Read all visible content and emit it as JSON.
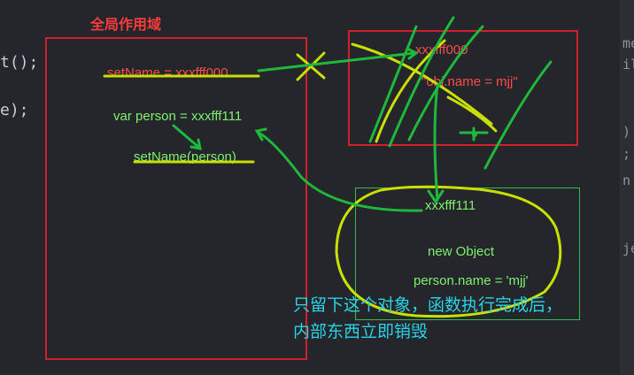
{
  "code_fragments": {
    "line1": "t();",
    "line2": "e);"
  },
  "right_fragments": [
    "me",
    "il",
    ")",
    ";",
    "n",
    "je"
  ],
  "global_scope": {
    "title": "全局作用域",
    "set_name_ref": "setName = xxxfff000",
    "var_person": "var person = xxxfff111",
    "call": "setName(person)"
  },
  "function_box": {
    "address": "xxxfff000",
    "statement": "\"obj.name = mjj\""
  },
  "object_box": {
    "address": "xxxfff111",
    "new_object": "new Object",
    "assignment": "person.name = 'mjj'"
  },
  "note": {
    "line1": "只留下这个对象，函数执行完成后，",
    "line2": "内部东西立即销毁"
  },
  "colors": {
    "scope_red": "#d21f2d",
    "text_red": "#ff4b4b",
    "arrow_green": "#2fbf4a",
    "highlight_yellow": "#c8e000",
    "note_cyan": "#28d3e6"
  }
}
